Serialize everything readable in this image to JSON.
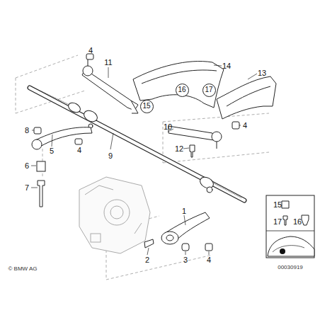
{
  "diagram": {
    "nodes": [
      {
        "text": [
          "16"
        ]
      },
      {
        "text": [
          "17"
        ]
      },
      {
        "text": [
          "15"
        ]
      }
    ],
    "labels": [
      "4",
      "11",
      "14",
      "13",
      "8",
      "5",
      "4",
      "9",
      "10",
      "4",
      "12",
      "6",
      "7",
      "1",
      "2",
      "3",
      "4",
      "15",
      "17",
      "16",
      "© BMW AG",
      "00030919"
    ]
  }
}
